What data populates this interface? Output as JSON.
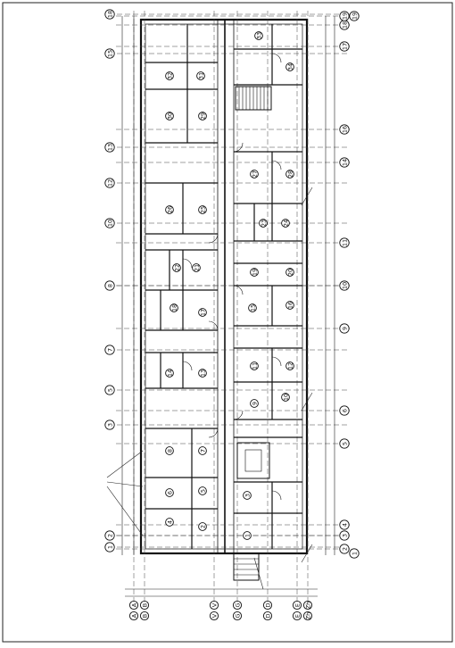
{
  "drawing": {
    "right_axes": [
      "1",
      "2",
      "3",
      "4",
      "5",
      "6",
      "9",
      "10",
      "11",
      "14",
      "16",
      "17",
      "18",
      "19"
    ],
    "left_axes": [
      "1",
      "2",
      "3",
      "5",
      "7",
      "8",
      "10",
      "12",
      "13",
      "15",
      "18",
      "19"
    ],
    "bottom_axes": [
      "A",
      "B",
      "V",
      "G",
      "D",
      "E",
      "Zh",
      "I"
    ],
    "room_numbers": [
      "1",
      "2",
      "3",
      "4",
      "5",
      "6",
      "7",
      "8",
      "9",
      "10",
      "11",
      "12",
      "13",
      "14",
      "15",
      "16",
      "17",
      "18",
      "19",
      "20",
      "21",
      "22",
      "23",
      "24",
      "25",
      "26",
      "27",
      "28",
      "29",
      "30",
      "31",
      "32",
      "33",
      "34"
    ]
  }
}
